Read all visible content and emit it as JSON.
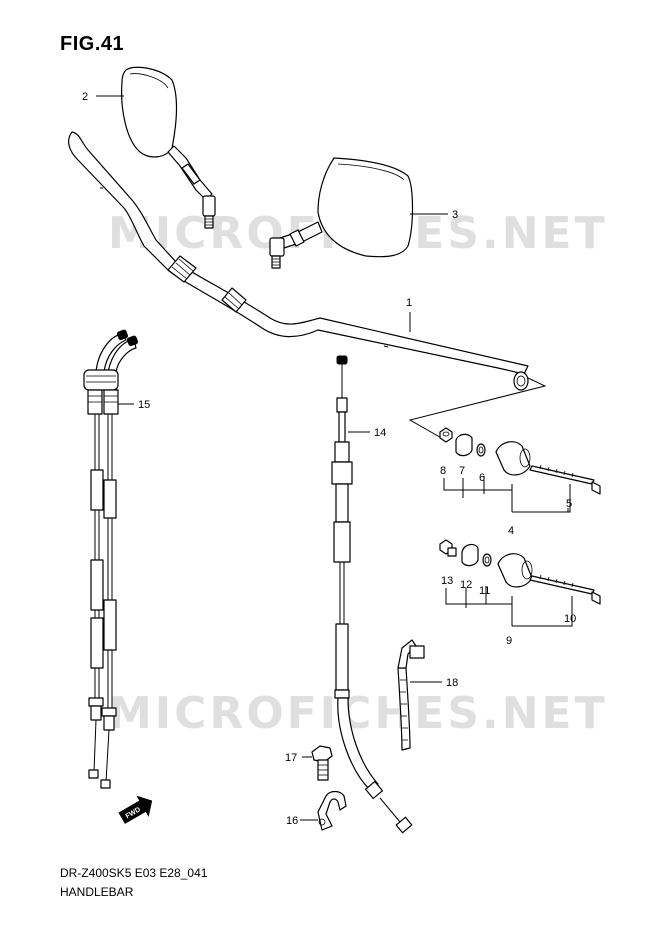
{
  "figure": {
    "title": "FIG.41"
  },
  "footer": {
    "code": "DR-Z400SK5 E03 E28_041",
    "name": "HANDLEBAR"
  },
  "watermark": {
    "text": "MICROFICHES.NET"
  },
  "fwd_badge": {
    "text": "FWD"
  },
  "callouts": [
    "1",
    "2",
    "3",
    "4",
    "5",
    "6",
    "7",
    "8",
    "9",
    "10",
    "11",
    "12",
    "13",
    "14",
    "15",
    "16",
    "17",
    "18"
  ]
}
